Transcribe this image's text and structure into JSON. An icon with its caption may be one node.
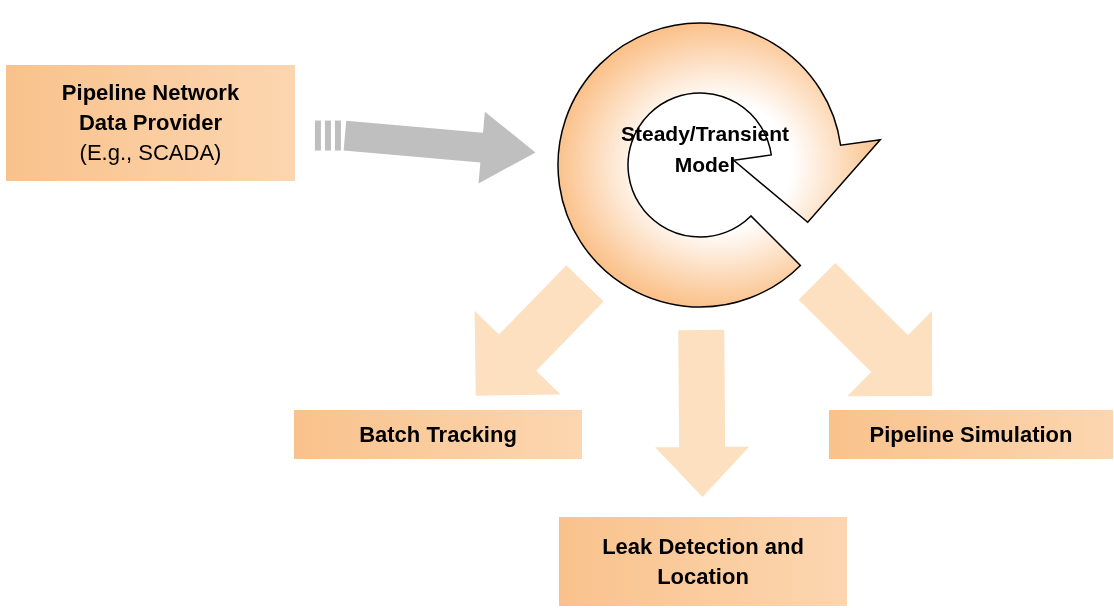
{
  "diagram": {
    "nodes": [
      {
        "text": [
          "Pipeline Network Data Provider",
          "(E.g., SCADA)"
        ]
      },
      {
        "text": [
          "Steady/Transient Model"
        ]
      },
      {
        "text": [
          "Batch Tracking"
        ]
      },
      {
        "text": [
          "Leak Detection and Location"
        ]
      },
      {
        "text": [
          "Pipeline Simulation"
        ]
      }
    ],
    "edges": [
      {
        "from": 0,
        "to": 1,
        "arrow": "to",
        "color": "#bfbfbf"
      },
      {
        "from": 1,
        "to": 2,
        "arrow": "to"
      },
      {
        "from": 1,
        "to": 3,
        "arrow": "to"
      },
      {
        "from": 1,
        "to": 4,
        "arrow": "to"
      }
    ]
  }
}
